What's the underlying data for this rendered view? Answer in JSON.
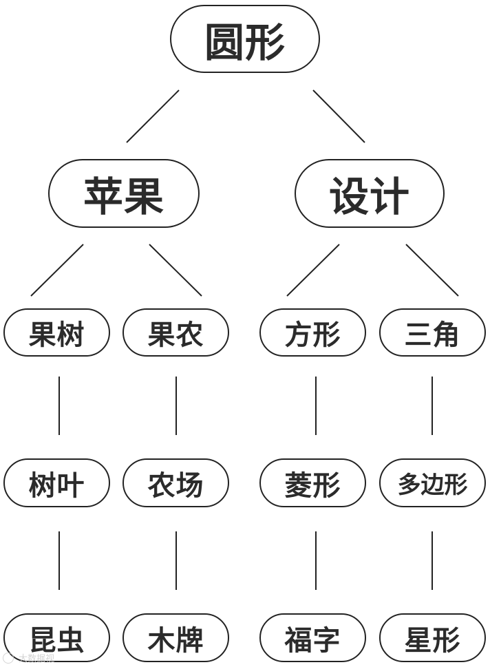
{
  "root": {
    "label": "圆形"
  },
  "branches": [
    {
      "label": "苹果",
      "children": [
        {
          "label": "果树",
          "chain": [
            "树叶",
            "昆虫"
          ]
        },
        {
          "label": "果农",
          "chain": [
            "农场",
            "木牌"
          ]
        }
      ]
    },
    {
      "label": "设计",
      "children": [
        {
          "label": "方形",
          "chain": [
            "菱形",
            "福字"
          ]
        },
        {
          "label": "三角",
          "chain": [
            "多边形",
            "星形"
          ]
        }
      ]
    }
  ],
  "watermark": {
    "text": "大数据视"
  }
}
